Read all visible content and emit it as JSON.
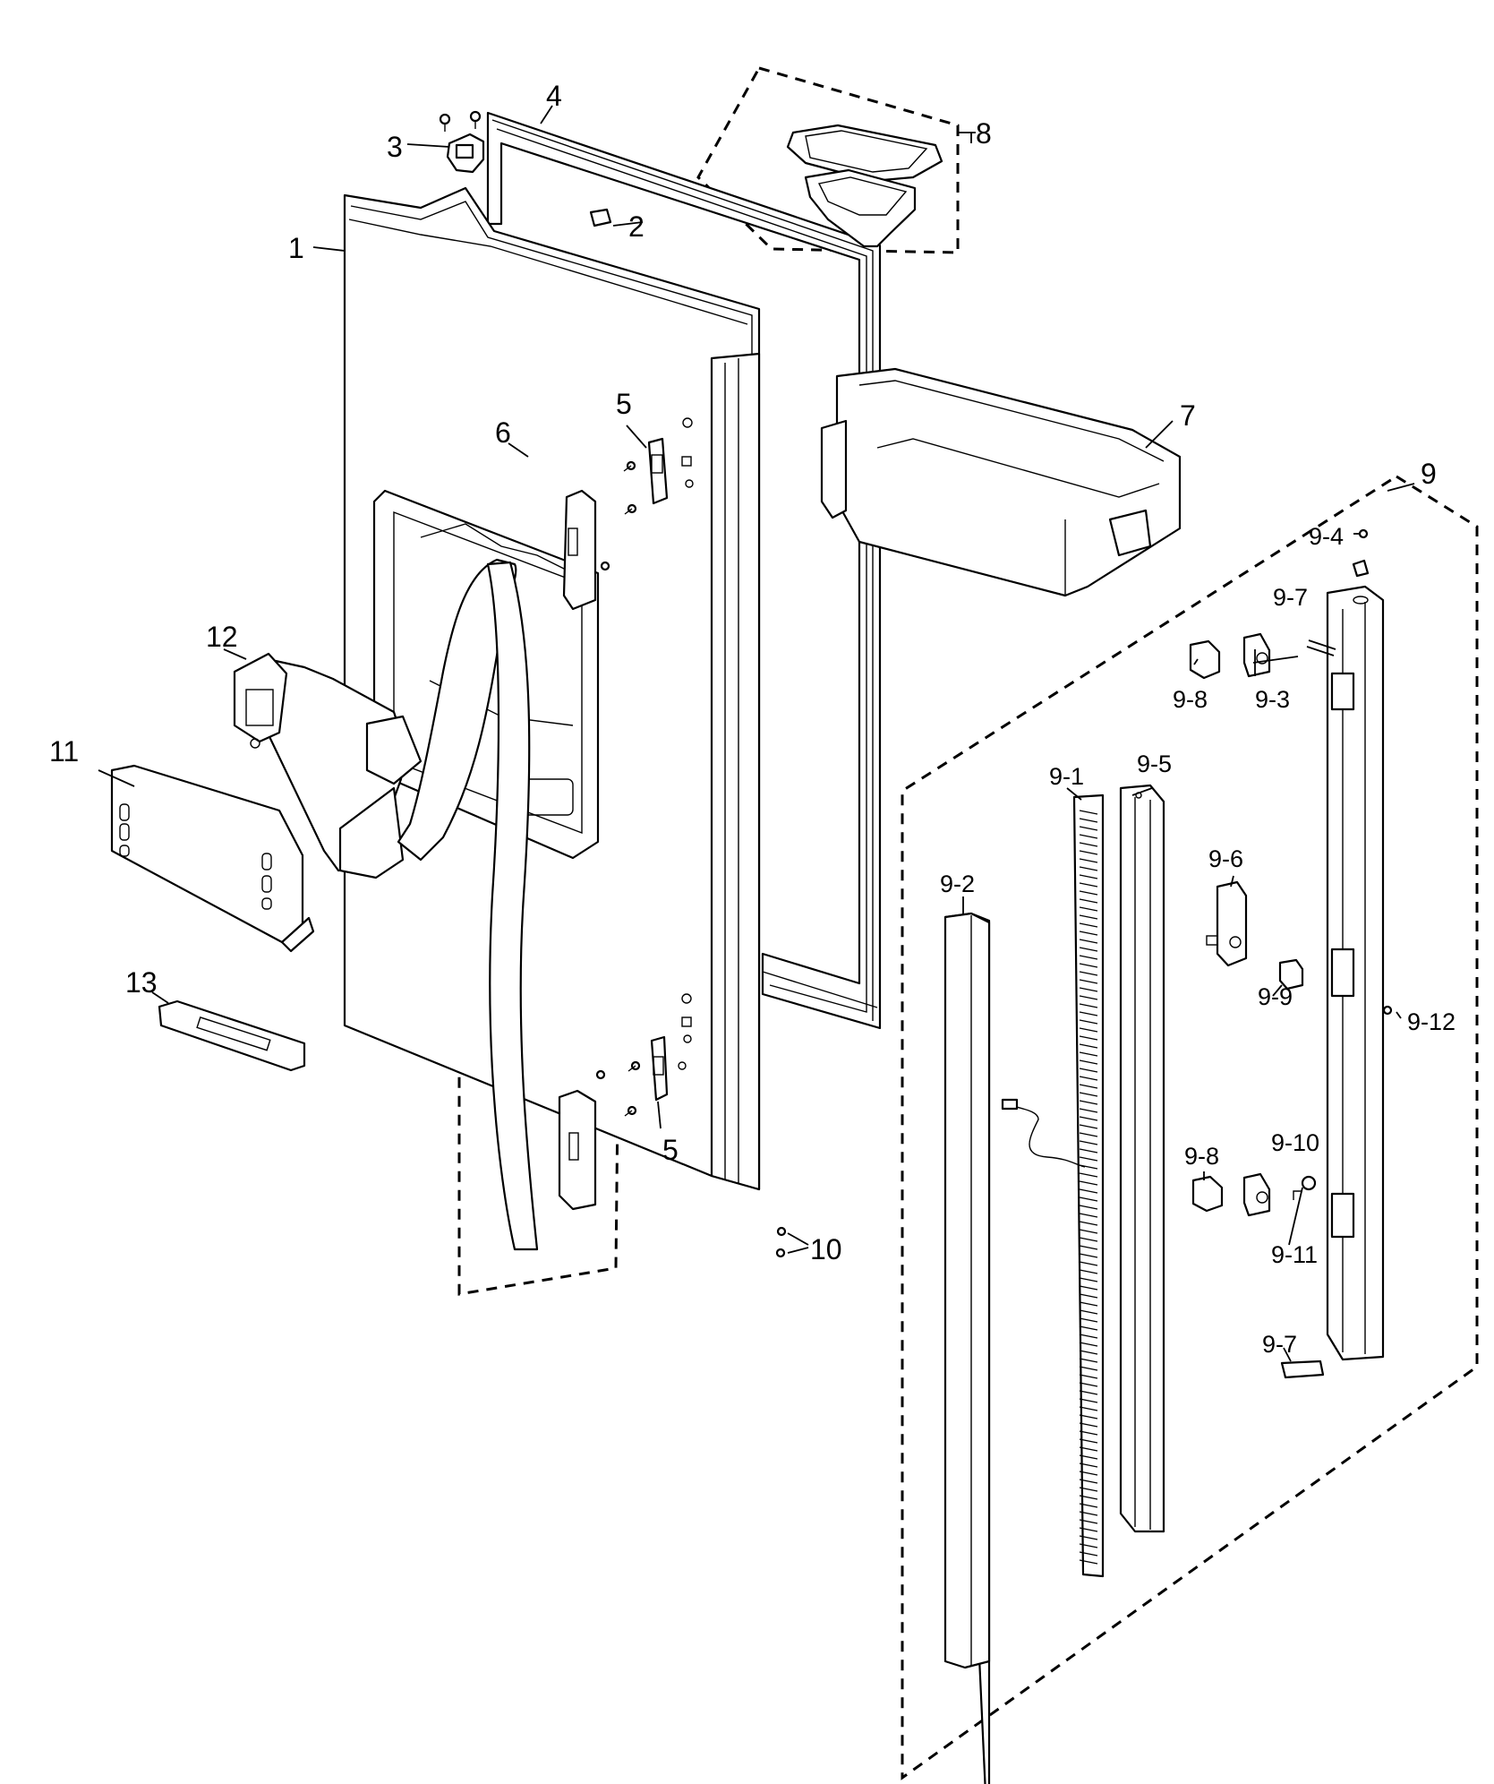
{
  "labels": {
    "l1": "1",
    "l2": "2",
    "l3": "3",
    "l4": "4",
    "l5a": "5",
    "l5b": "5",
    "l6": "6",
    "l7": "7",
    "l8": "8",
    "l9": "9",
    "l10": "10",
    "l11": "11",
    "l12": "12",
    "l13": "13",
    "l9_1": "9-1",
    "l9_2": "9-2",
    "l9_3": "9-3",
    "l9_4": "9-4",
    "l9_5": "9-5",
    "l9_6": "9-6",
    "l9_7a": "9-7",
    "l9_7b": "9-7",
    "l9_8a": "9-8",
    "l9_8b": "9-8",
    "l9_9": "9-9",
    "l9_10": "9-10",
    "l9_11": "9-11",
    "l9_12": "9-12"
  }
}
